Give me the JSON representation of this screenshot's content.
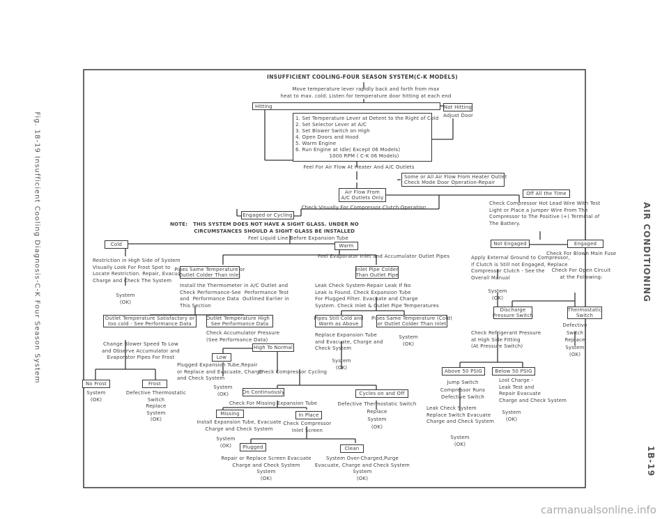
{
  "side_left": "Fig. 18-19 Insufficient Cooling Diagnosis-C-K Four Season System",
  "side_right_top": "AIR CONDITIONING",
  "side_right_bottom": "1B-19",
  "watermark": "carmanualsonline.info",
  "title": "INSUFFICIENT COOLING-FOUR SEASON SYSTEM(C-K MODELS)",
  "n": {
    "intro": "Move temperature lever rapidly back and forth from max\nheat to max. cold. Listen for temperature door hitting at each end",
    "hitting": "Hitting",
    "not_hitting": "Not Hitting",
    "adjust_door": "Adjust Door",
    "steps": "1. Set Temperature Lever at Detent to the Right of Cold\n2. Set Selector Lever at A/C\n3. Set Blower Switch on High\n4. Open Doors and Hood\n5. Warm Engine\n6. Run Engine at Idle( Except 06 Models)\n                    1000 RPM ( C-K 06 Models)",
    "feel_air": "Feel For Air Flow At Heater And A/C Outlets",
    "some_heater": "Some or All Air Flow From Heater Outlet\nCheck Mode Door Operation-Repair",
    "air_ac": "Air Flow From\nA/C Outlets Only",
    "off_all": "Off All the Time",
    "check_visually": "Check Visually For Compressor Clutch Operation",
    "engaged_cycling": "Engaged or Cycling",
    "check_hot_lead": "Check Compressor Hot Lead Wire With Test\nLight or Place a Jumper Wire From The\nCompressor to The Positive (+) Terminal of\nThe Battery.",
    "note": "NOTE:   THIS SYSTEM DOES NOT HAVE A SIGHT GLASS. UNDER NO\n             CIRCUMSTANCES SHOULD A SIGHT GLASS BE INSTALLED",
    "feel_liquid": "Feel Liquid Line Before Expansion Tube",
    "cold": "Cold",
    "warm": "Warm",
    "not_engaged": "Not Engaged",
    "engaged": "Engaged",
    "feel_evap": "Feel Evaporator Inlet and Accumulator Outlet Pipes",
    "restriction": "Restriction in High Side of System\nVisually Look For Frost Spot to\nLocate Restriction. Repair, Evacuate\nCharge and Check The System",
    "apply_ground": "Apply External Ground to Compressor,\nif Clutch is Still not Engaged, Replace\nCompressor Clutch - See the\nOverall Manual",
    "check_blown_fuse": "Check For Blown Main Fuse",
    "check_open_circuit": "Check For Open Circuit\nat the Following:",
    "pipes_same": "Pipes Same Temperature or\nOutlet Colder Than Inlet",
    "inlet_colder": "Inlet Pipe Colder\nThan Outlet Pipe",
    "install_thermo": "Install the Thermometer in A/C Outlet and\nCheck Performance-See  Performance Test\nand  Performance Data  Outlined Earlier in\nThis Section",
    "leak_check": "Leak Check System-Repair Leak If No\nLeak is Found. Check Expansion Tube\nFor Plugged Filter. Evacuate and Charge\nSystem. Check Inlet & Outlet Pipe Temperatures",
    "system_ok": "System\n(OK)",
    "system_ok_2": "System\n(OK)",
    "discharge_switch": "Discharge\nPressure Switch",
    "thermostatic_switch": "Thermostatic\nSwitch",
    "outlet_satisfactory": "Outlet Temperature Satisfactory or\ntoo cold - See Performance Data",
    "outlet_high": "Outlet Temperature High -\nSee Performance Data",
    "pipes_cold": "Pipes Still Cold and\nWarm as Above",
    "pipes_same2": "Pipes Same Temperature (Cold)\nor Outlet Colder Than Inlet",
    "defective_switch": "Defective\nSwitch\nReplace\nSystem\n(OK)",
    "check_refrig": "Check Refrigerant Pressure\nat High Side Fitting\n(At Pressure Switch)",
    "change_blower": "Change Blower Speed To Low\nand Observe Accumulator and\nEvaporator Pipes For Frost",
    "check_accum": "Check Accumulator Pressure\n(See Performance Data)",
    "high_normal": "High To Normal",
    "low": "Low",
    "replace_exp": "Replace Expansion Tube\nand Evacuate, Charge and\nCheck System",
    "system_ok_3": "System\n(OK)",
    "system_ok_4": "System\n(OK)",
    "above50": "Above 50 PSIG",
    "below50": "Below 50 PSIG",
    "jump_switch": "Jump Switch\nCompressor Runs\nDefective Switch",
    "lost_charge": "Lost Charge -\nLeak Test and\nRepair Evacuate\nCharge and Check System",
    "plugged_exp": "Plugged Expansion Tube,Repair\nor Replace and Evacuate, Charge\nand Check System",
    "check_cycling": "Check Compressor Cycling",
    "no_frost": "No Frost",
    "frost": "Frost",
    "system_ok_5": "System\n(OK)",
    "defective_thermo": "Defective Thermostatic\nSwitch\nReplace\nSystem\n(OK)",
    "on_cont": "On Continuously",
    "cycles": "Cycles on and Off",
    "check_missing": "Check For Missing Expansion Tube",
    "defective_thermo_2": "Defective Thermostatic Switch\nReplace\nSystem\n(OK)",
    "leak_check_sys": "Leak Check System\nReplace Switch Evacuate\nCharge and Check System",
    "system_ok_6": "System\n(OK)",
    "system_ok_7": "System\n(OK)",
    "missing": "Missing",
    "in_place": "In Place",
    "install_exp": "Install Expansion Tube, Evacuate\nCharge and Check System",
    "check_comp_inlet": "Check Compressor\nInlet Screen",
    "system_ok_8": "System\n(OK)",
    "plugged": "Plugged",
    "clean": "Clean",
    "repair_screen": "Repair or Replace Screen Evacuate\nCharge and Check System\nSystem\n(OK)",
    "overcharged": "System Over-Charged,Purge\nEvacuate, Charge and Check System\nSystem\n(OK)"
  }
}
